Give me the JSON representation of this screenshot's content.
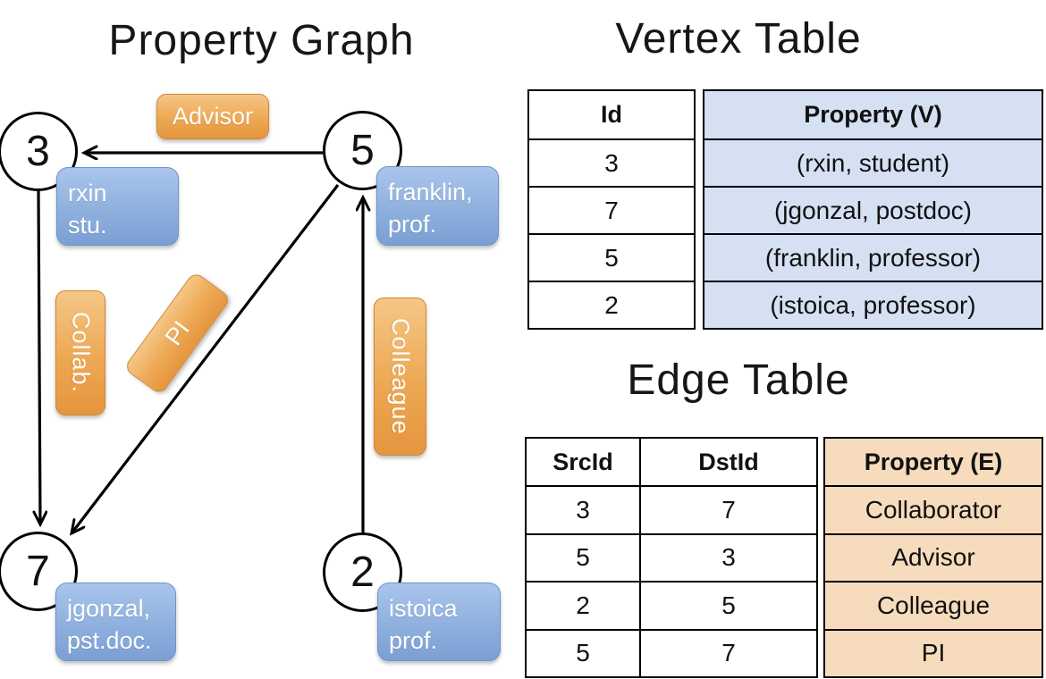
{
  "graph": {
    "title": "Property Graph",
    "nodes": [
      {
        "id": "3"
      },
      {
        "id": "5"
      },
      {
        "id": "7"
      },
      {
        "id": "2"
      }
    ],
    "vertex_labels": {
      "rxin": {
        "line1": "rxin",
        "line2": "stu."
      },
      "franklin": {
        "line1": "franklin,",
        "line2": "prof."
      },
      "jgonzal": {
        "line1": "jgonzal,",
        "line2": "pst.doc."
      },
      "istoica": {
        "line1": "istoica",
        "line2": "prof."
      }
    },
    "edge_labels": {
      "advisor": "Advisor",
      "collab": "Collab.",
      "pi": "PI",
      "colleague": "Colleague"
    }
  },
  "vertex_table": {
    "title": "Vertex Table",
    "headers": {
      "id": "Id",
      "property": "Property (V)"
    },
    "rows": [
      {
        "id": "3",
        "property": "(rxin, student)"
      },
      {
        "id": "7",
        "property": "(jgonzal, postdoc)"
      },
      {
        "id": "5",
        "property": "(franklin, professor)"
      },
      {
        "id": "2",
        "property": "(istoica, professor)"
      }
    ]
  },
  "edge_table": {
    "title": "Edge Table",
    "headers": {
      "src": "SrcId",
      "dst": "DstId",
      "property": "Property (E)"
    },
    "rows": [
      {
        "src": "3",
        "dst": "7",
        "property": "Collaborator"
      },
      {
        "src": "5",
        "dst": "3",
        "property": "Advisor"
      },
      {
        "src": "2",
        "dst": "5",
        "property": "Colleague"
      },
      {
        "src": "5",
        "dst": "7",
        "property": "PI"
      }
    ]
  },
  "colors": {
    "edge_label_fill": "#eda853",
    "vertex_label_fill": "#8fb0de",
    "vertex_table_cell": "#d5e0f2",
    "edge_table_cell": "#f6dcbd",
    "line": "#000000"
  }
}
